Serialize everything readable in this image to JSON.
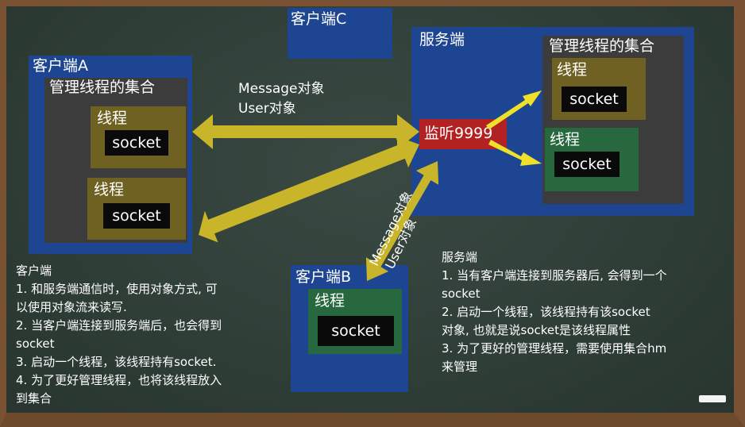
{
  "client_c": {
    "title": "客户端C"
  },
  "client_a": {
    "title": "客户端A",
    "collection": "管理线程的集合",
    "threads": [
      {
        "label": "线程",
        "socket": "socket"
      },
      {
        "label": "线程",
        "socket": "socket"
      }
    ]
  },
  "server": {
    "title": "服务端",
    "listen": "监听9999",
    "collection": "管理线程的集合",
    "threads": [
      {
        "label": "线程",
        "socket": "socket"
      },
      {
        "label": "线程",
        "socket": "socket"
      }
    ]
  },
  "client_b": {
    "title": "客户端B",
    "thread": {
      "label": "线程",
      "socket": "socket"
    }
  },
  "arrow_labels": {
    "top": [
      "Message对象",
      "User对象"
    ],
    "diagonal": [
      "Message对象",
      "User对象"
    ]
  },
  "notes": {
    "client": {
      "heading": "客户端",
      "lines": [
        "1. 和服务端通信时，使用对象方式, 可",
        "以使用对象流来读写.",
        "2. 当客户端连接到服务端后，也会得到",
        "socket",
        "3. 启动一个线程，该线程持有socket.",
        "4. 为了更好管理线程，也将该线程放入",
        "到集合"
      ]
    },
    "server": {
      "heading": "服务端",
      "lines": [
        "1. 当有客户端连接到服务器后, 会得到一个",
        "socket",
        "2. 启动一个线程，该线程持有该socket",
        "对象, 也就是说socket是该线程属性",
        "3. 为了更好的管理线程，需要使用集合hm",
        "来管理"
      ]
    }
  },
  "colors": {
    "board": "#2f3d37",
    "frame": "#7a5233",
    "client_box": "#1e4592",
    "collection": "#3c3c3c",
    "thread_olive": "#6e6122",
    "thread_green": "#27683f",
    "listen": "#b32222",
    "arrow": "#c9b52a"
  }
}
